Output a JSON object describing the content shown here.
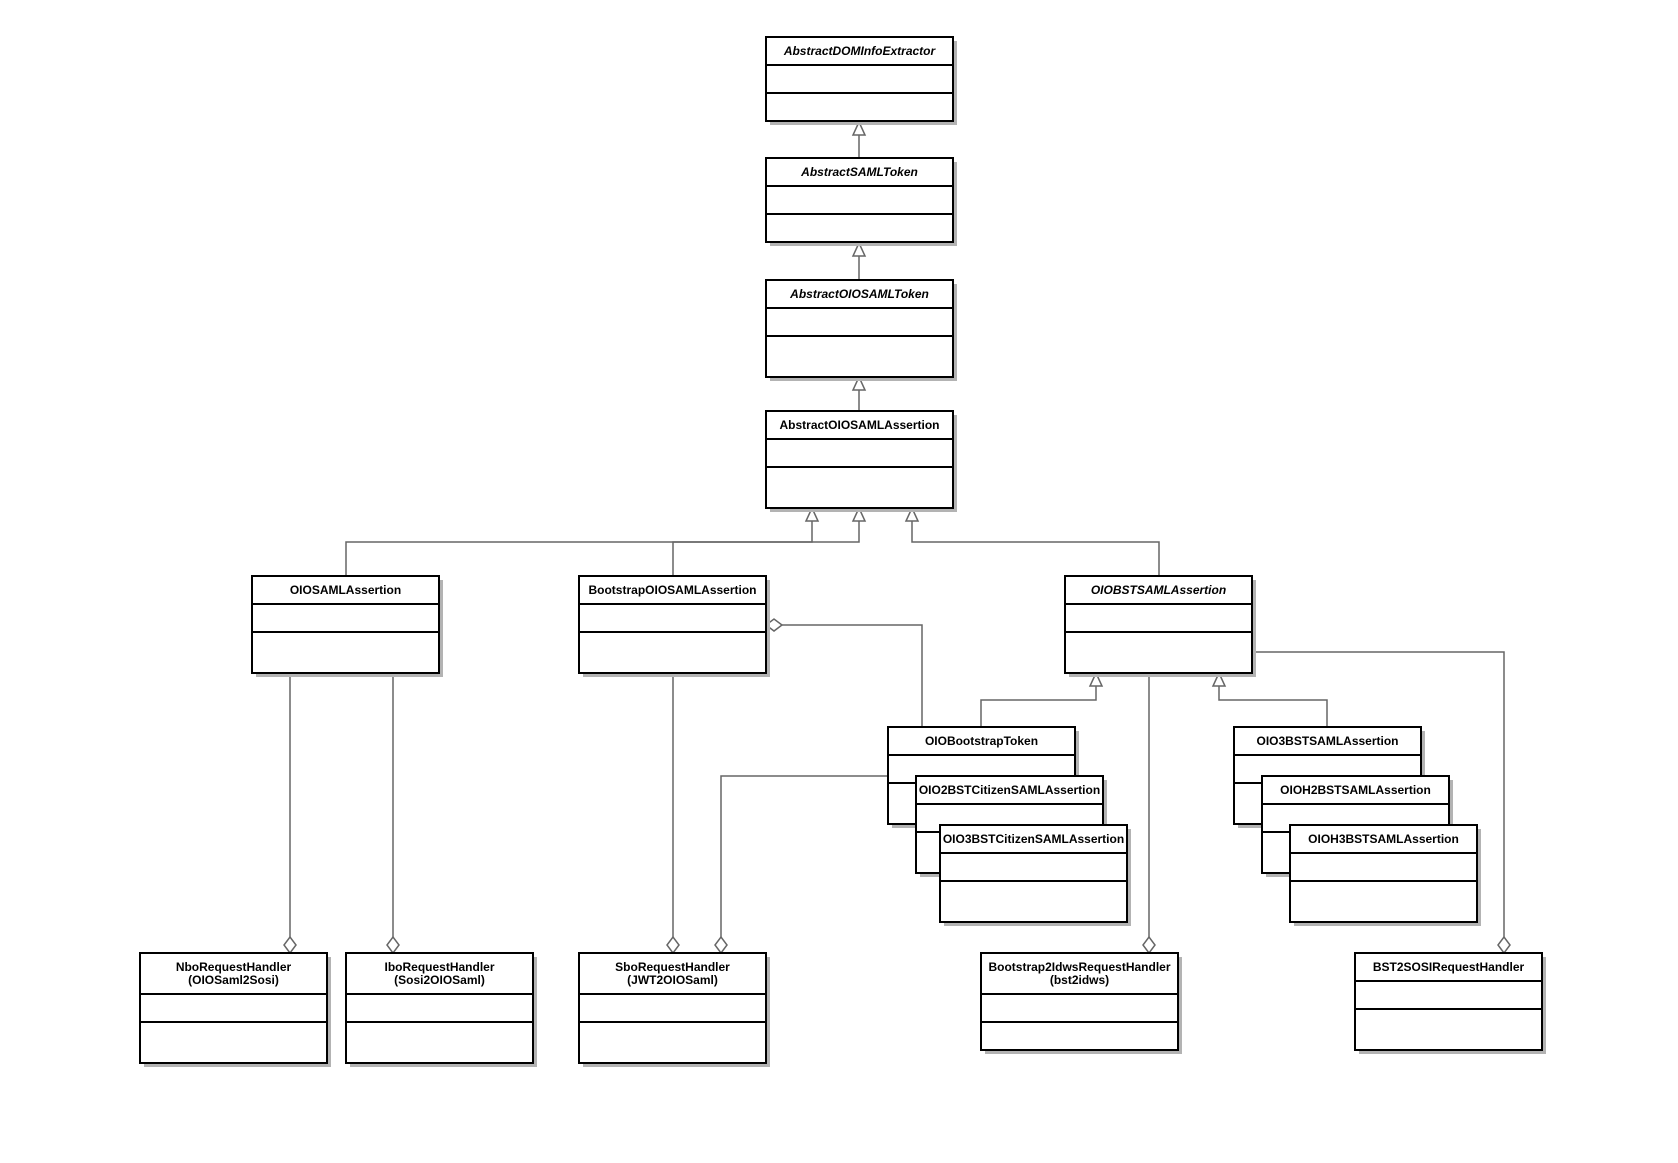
{
  "diagram": {
    "type": "UML class diagram",
    "classes": [
      {
        "name": "AbstractDOMInfoExtractor",
        "italic": true
      },
      {
        "name": "AbstractSAMLToken",
        "italic": true
      },
      {
        "name": "AbstractOIOSAMLToken",
        "italic": true
      },
      {
        "name": "AbstractOIOSAMLAssertion",
        "italic": false
      },
      {
        "name": "OIOSAMLAssertion",
        "italic": false
      },
      {
        "name": "BootstrapOIOSAMLAssertion",
        "italic": false
      },
      {
        "name": "OIOBSTSAMLAssertion",
        "italic": true
      },
      {
        "name": "OIOBootstrapToken",
        "italic": false
      },
      {
        "name": "OIO2BSTCitizenSAMLAssertion",
        "italic": false
      },
      {
        "name": "OIO3BSTCitizenSAMLAssertion",
        "italic": false
      },
      {
        "name": "OIO3BSTSAMLAssertion",
        "italic": false
      },
      {
        "name": "OIOH2BSTSAMLAssertion",
        "italic": false
      },
      {
        "name": "OIOH3BSTSAMLAssertion",
        "italic": false
      },
      {
        "name": "NboRequestHandler",
        "subtitle": "(OIOSaml2Sosi)",
        "italic": false
      },
      {
        "name": "IboRequestHandler",
        "subtitle": "(Sosi2OIOSaml)",
        "italic": false
      },
      {
        "name": "SboRequestHandler",
        "subtitle": "(JWT2OIOSaml)",
        "italic": false
      },
      {
        "name": "Bootstrap2IdwsRequestHandler",
        "subtitle": "(bst2idws)",
        "italic": false
      },
      {
        "name": "BST2SOSIRequestHandler",
        "italic": false
      }
    ],
    "relations": [
      {
        "type": "generalization",
        "from": "AbstractSAMLToken",
        "to": "AbstractDOMInfoExtractor"
      },
      {
        "type": "generalization",
        "from": "AbstractOIOSAMLToken",
        "to": "AbstractSAMLToken"
      },
      {
        "type": "generalization",
        "from": "AbstractOIOSAMLAssertion",
        "to": "AbstractOIOSAMLToken"
      },
      {
        "type": "generalization",
        "from": "OIOSAMLAssertion",
        "to": "AbstractOIOSAMLAssertion"
      },
      {
        "type": "generalization",
        "from": "BootstrapOIOSAMLAssertion",
        "to": "AbstractOIOSAMLAssertion"
      },
      {
        "type": "generalization",
        "from": "OIOBSTSAMLAssertion",
        "to": "AbstractOIOSAMLAssertion"
      },
      {
        "type": "generalization",
        "from": "OIOBootstrapToken",
        "to": "OIOBSTSAMLAssertion"
      },
      {
        "type": "generalization",
        "from": "OIO3BSTSAMLAssertion",
        "to": "OIOBSTSAMLAssertion"
      },
      {
        "type": "aggregation",
        "from": "OIOSAMLAssertion",
        "to": "NboRequestHandler"
      },
      {
        "type": "aggregation",
        "from": "OIOSAMLAssertion",
        "to": "IboRequestHandler"
      },
      {
        "type": "aggregation",
        "from": "BootstrapOIOSAMLAssertion",
        "to": "SboRequestHandler"
      },
      {
        "type": "aggregation",
        "from": "OIOBootstrapToken",
        "to": "SboRequestHandler"
      },
      {
        "type": "aggregation",
        "from": "OIOBootstrapToken",
        "to": "BootstrapOIOSAMLAssertion"
      },
      {
        "type": "aggregation",
        "from": "OIOBSTSAMLAssertion",
        "to": "Bootstrap2IdwsRequestHandler"
      },
      {
        "type": "aggregation",
        "from": "OIOBSTSAMLAssertion",
        "to": "BST2SOSIRequestHandler"
      }
    ]
  },
  "colors": {
    "box_border": "#000000",
    "edge": "#666666",
    "shadow": "#b3b3b3"
  }
}
